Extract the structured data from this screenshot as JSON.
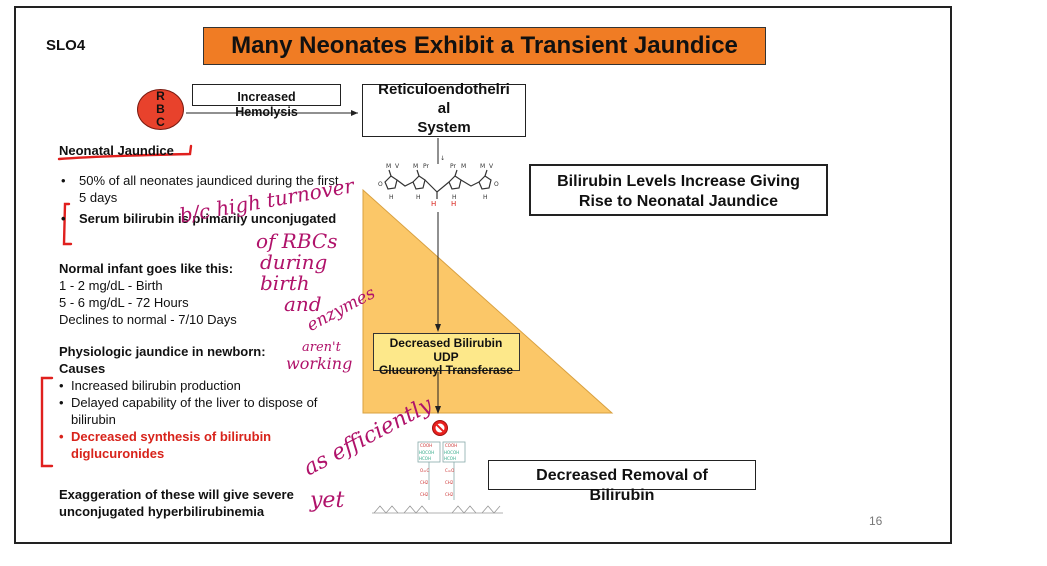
{
  "slide": {
    "slo_label": "SLO4",
    "title": "Many Neonates Exhibit a Transient Jaundice",
    "page_number": "16"
  },
  "diagram": {
    "rbc_label": [
      "R",
      "B",
      "C"
    ],
    "hemolysis_label": [
      "Increased",
      "Hemolysis"
    ],
    "res_label": [
      "Reticuloendothelri",
      "al",
      "System"
    ],
    "levels_label": [
      "Bilirubin Levels Increase Giving",
      "Rise to Neonatal Jaundice"
    ],
    "enzyme_label": [
      "Decreased Bilirubin",
      "UDP",
      "Glucuronyl Transferase"
    ],
    "removal_label": [
      "Decreased Removal of",
      "Bilirubin"
    ]
  },
  "left": {
    "heading": "Neonatal Jaundice",
    "bullets": [
      "50% of all neonates jaundiced during the first 5 days",
      "Serum bilirubin is primarily unconjugated"
    ],
    "normal_heading": "Normal infant goes like this:",
    "normal_lines": [
      "1 - 2 mg/dL - Birth",
      "5 - 6 mg/dL - 72 Hours",
      "Declines to normal - 7/10 Days"
    ],
    "physio_heading": [
      "Physiologic jaundice in newborn:",
      "Causes"
    ],
    "causes": [
      "Increased bilirubin production",
      "Delayed capability of the liver to dispose of bilirubin"
    ],
    "cause_red": "Decreased synthesis of bilirubin diglucuronides",
    "exaggeration": [
      "Exaggeration of these will give severe",
      "unconjugated hyperbilirubinemia"
    ]
  },
  "handwriting": {
    "note1": [
      "b/c high turnover",
      "of RBCs",
      "during",
      "birth",
      "and",
      "enzymes",
      "aren't",
      "working"
    ],
    "note2": [
      "as efficiently",
      "yet"
    ]
  },
  "colors": {
    "title_bg": "#f07c24",
    "triangle": "#fbc768",
    "udp_box": "#fde88a",
    "rbc": "#e8422c",
    "red_text": "#d8231b",
    "ink_red": "#e0201e",
    "ink_magenta": "#b0126a"
  }
}
